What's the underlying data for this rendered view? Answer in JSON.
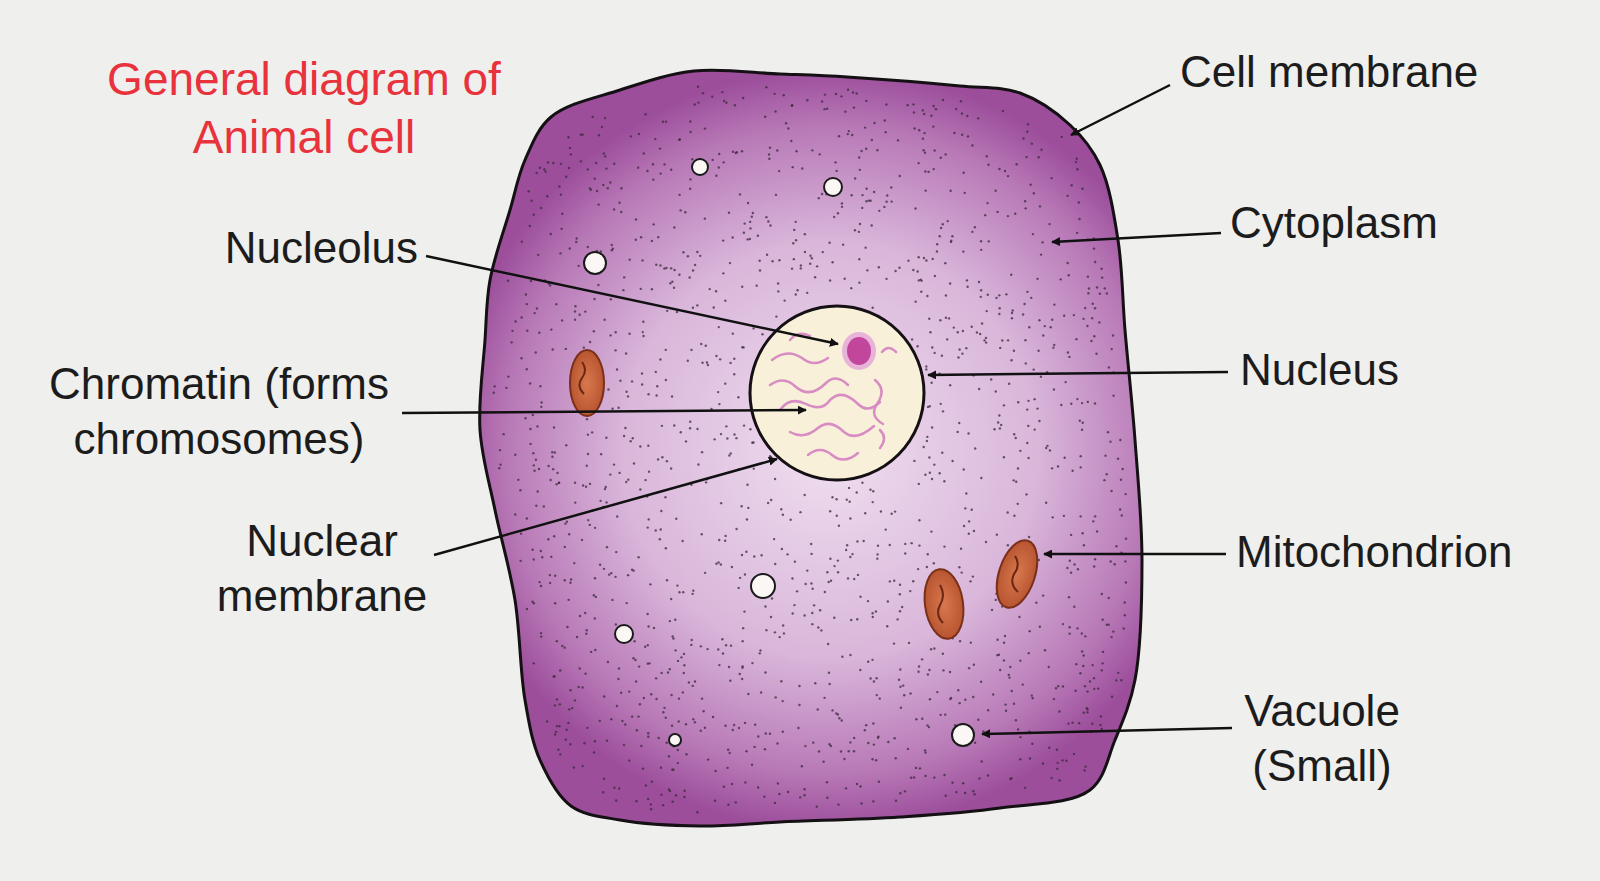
{
  "diagram": {
    "title": "General diagram of Animal cell",
    "labels": [
      "Cell membrane",
      "Nucleolus",
      "Cytoplasm",
      "Chromatin (forms chromosomes)",
      "Nucleus",
      "Nuclear membrane",
      "Mitochondrion",
      "Vacuole (Small)"
    ]
  }
}
